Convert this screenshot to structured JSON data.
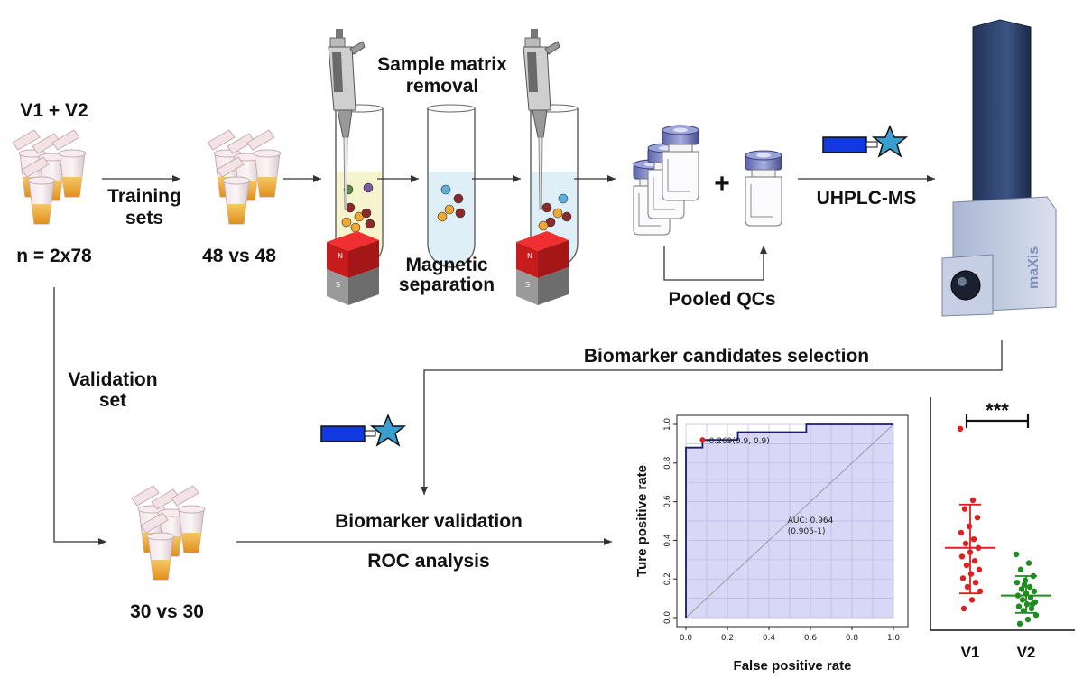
{
  "colors": {
    "text": "#111111",
    "arrow": "#333333",
    "roc_fill": "#d8d8f6",
    "roc_line": "#1a1a7a",
    "roc_point": "#e02020",
    "v1": "#e02020",
    "v2": "#1e8c1e",
    "tube_liquid": "#f0a830",
    "instrument": "#2a3e6a",
    "tag_blue": "#1238e0",
    "tag_star": "#3a9ecf"
  },
  "labels": {
    "v1v2": "V1 + V2",
    "n_total": "n = 2x78",
    "training_line1": "Training",
    "training_line2": "sets",
    "training_count": "48 vs 48",
    "sample_matrix_line1": "Sample matrix",
    "sample_matrix_line2": "removal",
    "magnetic_line1": "Magnetic",
    "magnetic_line2": "separation",
    "plus": "+",
    "uhplc": "UHPLC-MS",
    "pooled_qcs": "Pooled QCs",
    "biomarker_selection": "Biomarker candidates selection",
    "validation_line1": "Validation",
    "validation_line2": "set",
    "validation_count": "30 vs 30",
    "biomarker_validation": "Biomarker validation",
    "roc_analysis": "ROC analysis",
    "magnet_n": "N",
    "magnet_s": "S",
    "instrument_brand": "maXis"
  },
  "icons": {
    "tubes": "microcentrifuge-tubes-icon",
    "pipette": "pipette-icon",
    "test_tube": "test-tube-icon",
    "magnet": "magnet-icon",
    "vial": "vial-icon",
    "tag": "label-tag-icon",
    "instrument": "mass-spectrometer-icon"
  },
  "chart_data": [
    {
      "type": "line",
      "title": "",
      "xlabel": "False positive rate",
      "ylabel": "Ture positive rate",
      "xlim": [
        0,
        1
      ],
      "ylim": [
        0,
        1
      ],
      "x_ticks": [
        "0.0",
        "0.2",
        "0.4",
        "0.6",
        "0.8",
        "1.0"
      ],
      "y_ticks": [
        "0.0",
        "0.2",
        "0.4",
        "0.6",
        "0.8",
        "1.0"
      ],
      "grid": true,
      "series": [
        {
          "x": [
            0,
            0,
            0.08,
            0.08,
            0.25,
            0.25,
            0.58,
            0.58,
            1.0
          ],
          "y": [
            0,
            0.88,
            0.88,
            0.92,
            0.92,
            0.96,
            0.96,
            1.0,
            1.0
          ]
        }
      ],
      "cutoff_point": {
        "x": 0.08,
        "y": 0.92,
        "label": "-0.269(0.9, 0.9)"
      },
      "annotations": [
        "AUC: 0.964",
        "(0.905-1)"
      ]
    },
    {
      "type": "scatter",
      "categories": [
        "V1",
        "V2"
      ],
      "significance": "***",
      "series": [
        {
          "name": "V1",
          "mean": 0.38,
          "sd_low": 0.17,
          "sd_high": 0.58,
          "values": [
            0.93,
            0.6,
            0.56,
            0.52,
            0.48,
            0.45,
            0.42,
            0.4,
            0.38,
            0.36,
            0.34,
            0.32,
            0.3,
            0.28,
            0.26,
            0.24,
            0.22,
            0.2,
            0.18,
            0.14,
            0.1
          ]
        },
        {
          "name": "V2",
          "mean": 0.16,
          "sd_low": 0.08,
          "sd_high": 0.25,
          "values": [
            0.35,
            0.31,
            0.28,
            0.25,
            0.23,
            0.22,
            0.2,
            0.19,
            0.18,
            0.17,
            0.16,
            0.15,
            0.14,
            0.13,
            0.12,
            0.11,
            0.1,
            0.09,
            0.07,
            0.05,
            0.03,
            0.12,
            0.21
          ]
        }
      ]
    }
  ]
}
